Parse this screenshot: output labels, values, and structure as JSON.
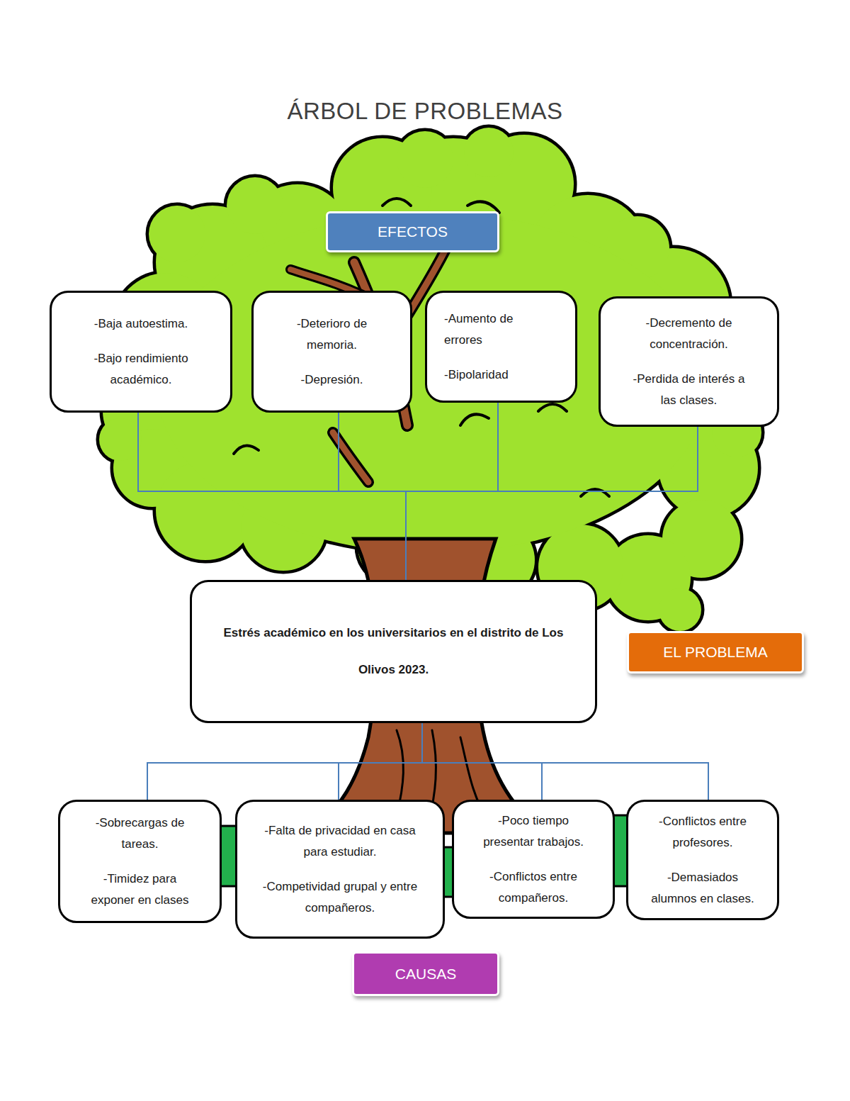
{
  "diagram": {
    "title": "ÁRBOL DE PROBLEMAS",
    "nodes": [
      {
        "text": [
          "EFECTOS"
        ]
      },
      {
        "text": [
          "-Baja autoestima.",
          "-Bajo rendimiento académico."
        ]
      },
      {
        "text": [
          "-Deterioro de memoria.",
          "-Depresión."
        ]
      },
      {
        "text": [
          "-Aumento de errores",
          "-Bipolaridad"
        ]
      },
      {
        "text": [
          "-Decremento de concentración.",
          "-Perdida de interés a las clases."
        ]
      },
      {
        "text": [
          "Estrés académico en los universitarios en el distrito de Los Olivos 2023."
        ]
      },
      {
        "text": [
          "EL PROBLEMA"
        ]
      },
      {
        "text": [
          "-Sobrecargas de tareas.",
          "-Timidez para exponer en clases"
        ]
      },
      {
        "text": [
          "-Falta de privacidad en casa para estudiar.",
          "-Competividad grupal y entre compañeros."
        ]
      },
      {
        "text": [
          "-Poco tiempo presentar trabajos.",
          "-Conflictos entre compañeros."
        ]
      },
      {
        "text": [
          "-Conflictos entre profesores.",
          "-Demasiados alumnos en clases."
        ]
      },
      {
        "text": [
          "CAUSAS"
        ]
      }
    ],
    "edges": [
      {
        "from": 5,
        "to": 1,
        "arrow": "none"
      },
      {
        "from": 5,
        "to": 2,
        "arrow": "none"
      },
      {
        "from": 5,
        "to": 3,
        "arrow": "none"
      },
      {
        "from": 5,
        "to": 4,
        "arrow": "none"
      },
      {
        "from": 5,
        "to": 7,
        "arrow": "none"
      },
      {
        "from": 5,
        "to": 8,
        "arrow": "none"
      },
      {
        "from": 5,
        "to": 9,
        "arrow": "none"
      },
      {
        "from": 5,
        "to": 10,
        "arrow": "none"
      }
    ]
  }
}
